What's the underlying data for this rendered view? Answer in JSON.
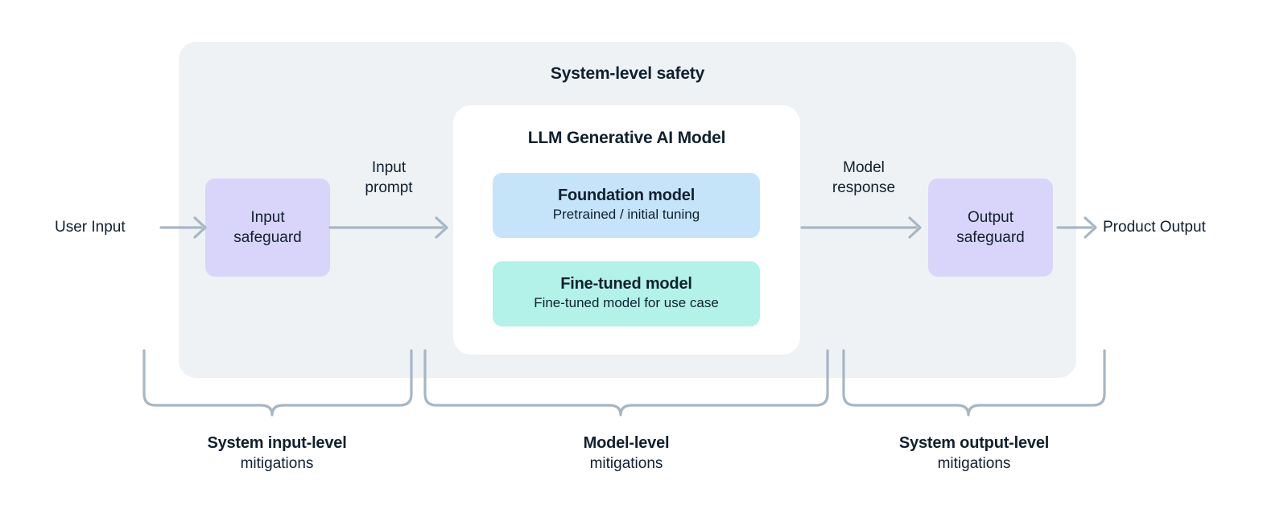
{
  "diagram": {
    "title": "System-level safety",
    "system_box_color": "#eef2f5",
    "flow": {
      "user_input_label": "User Input",
      "product_output_label": "Product Output",
      "input_prompt_label": "Input\nprompt",
      "model_response_label": "Model\nresponse"
    },
    "safeguards": {
      "input": {
        "label": "Input\nsafeguard",
        "color": "#d9d4f9"
      },
      "output": {
        "label": "Output\nsafeguard",
        "color": "#d9d4f9"
      }
    },
    "model_card": {
      "title": "LLM Generative AI Model",
      "color": "#ffffff",
      "chips": [
        {
          "title": "Foundation model",
          "subtitle": "Pretrained / initial tuning",
          "color": "#c6e4f9"
        },
        {
          "title": "Fine-tuned model",
          "subtitle": "Fine-tuned model for use case",
          "color": "#b2f2e9"
        }
      ]
    },
    "mitigations": [
      {
        "title": "System input-level",
        "subtitle": "mitigations"
      },
      {
        "title": "Model-level",
        "subtitle": "mitigations"
      },
      {
        "title": "System output-level",
        "subtitle": "mitigations"
      }
    ],
    "line_color": "#a7b6c4",
    "icons": {
      "arrow": "arrow-right-icon",
      "brace": "curly-brace-down-icon"
    }
  }
}
